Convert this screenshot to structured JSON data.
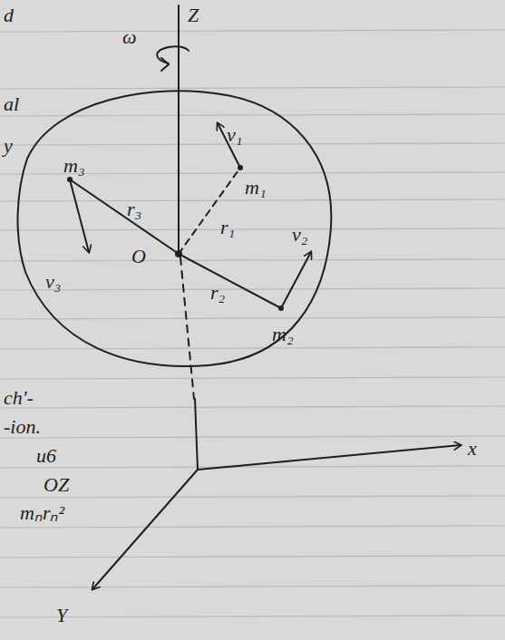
{
  "diagram": {
    "labels": [
      "ω",
      "Z",
      "m₃",
      "r₃",
      "v₃",
      "O",
      "v₁",
      "m₁",
      "r₁",
      "v₂",
      "r₂",
      "m₂",
      "x",
      "Y",
      "d",
      "al",
      "y",
      "ch'-",
      "-ion.",
      "u6",
      "OZ",
      "mₙrₙ²"
    ]
  }
}
